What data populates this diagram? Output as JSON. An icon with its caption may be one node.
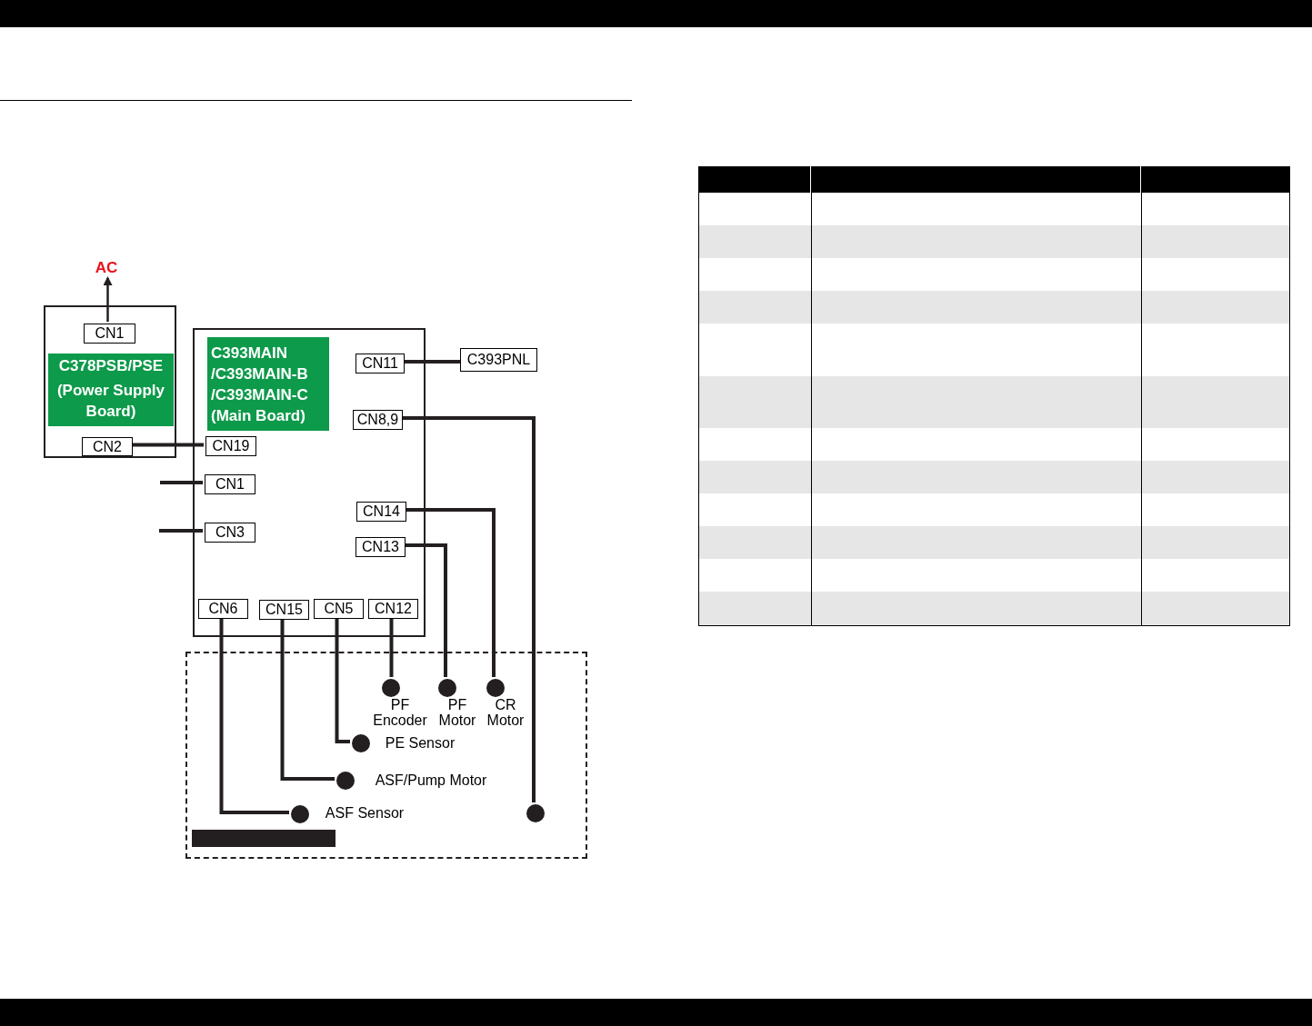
{
  "diagram": {
    "nodes": [
      {
        "text": [
          "AC"
        ]
      },
      {
        "text": [],
        "shape": "box"
      },
      {
        "text": [
          "CN1"
        ],
        "in": 1
      },
      {
        "text": [
          "C378PSB/PSE",
          "(Power Supply Board)"
        ],
        "in": 1
      },
      {
        "text": [
          "CN2"
        ],
        "in": 1
      },
      {
        "text": [],
        "shape": "box"
      },
      {
        "text": [
          "C393MAIN /C393MAIN-B /C393MAIN-C (Main Board)"
        ],
        "in": 5
      },
      {
        "text": [
          "CN11"
        ],
        "in": 5
      },
      {
        "text": [
          "CN8,9"
        ],
        "in": 5
      },
      {
        "text": [
          "CN19"
        ],
        "in": 5
      },
      {
        "text": [
          "CN1"
        ],
        "in": 5
      },
      {
        "text": [
          "CN3"
        ],
        "in": 5
      },
      {
        "text": [
          "CN14"
        ],
        "in": 5
      },
      {
        "text": [
          "CN13"
        ],
        "in": 5
      },
      {
        "text": [
          "CN6"
        ],
        "in": 5
      },
      {
        "text": [
          "CN15"
        ],
        "in": 5
      },
      {
        "text": [
          "CN5"
        ],
        "in": 5
      },
      {
        "text": [
          "CN12"
        ],
        "in": 5
      },
      {
        "text": [
          "C393PNL"
        ]
      },
      {
        "text": [],
        "shape": "box"
      },
      {
        "text": [],
        "shape": "circle",
        "in": 19,
        "beside": [
          "PF Encoder"
        ]
      },
      {
        "text": [],
        "shape": "circle",
        "in": 19,
        "beside": [
          "PF Motor"
        ]
      },
      {
        "text": [],
        "shape": "circle",
        "in": 19,
        "beside": [
          "CR Motor"
        ]
      },
      {
        "text": [],
        "shape": "circle",
        "in": 19,
        "beside": [
          "PE Sensor"
        ]
      },
      {
        "text": [],
        "shape": "circle",
        "in": 19,
        "beside": [
          "ASF/Pump Motor"
        ]
      },
      {
        "text": [],
        "shape": "circle",
        "in": 19,
        "beside": [
          "ASF Sensor"
        ]
      },
      {
        "text": [],
        "shape": "circle",
        "in": 19
      },
      {
        "text": [],
        "shape": "bar",
        "in": 19
      }
    ],
    "edges": [
      {
        "from": 2,
        "to": 0,
        "arrow": "to"
      },
      {
        "from": 4,
        "to": 9,
        "arrow": "none"
      },
      {
        "from": null,
        "to": 10,
        "arrow": "none"
      },
      {
        "from": null,
        "to": 11,
        "arrow": "none"
      },
      {
        "from": 7,
        "to": 18,
        "arrow": "none"
      },
      {
        "from": 8,
        "to": 26,
        "arrow": "none"
      },
      {
        "from": 12,
        "to": 22,
        "arrow": "none"
      },
      {
        "from": 13,
        "to": 21,
        "arrow": "none"
      },
      {
        "from": 17,
        "to": 20,
        "arrow": "none"
      },
      {
        "from": 16,
        "to": 23,
        "arrow": "none"
      },
      {
        "from": 15,
        "to": 24,
        "arrow": "none"
      },
      {
        "from": 14,
        "to": 25,
        "arrow": "none"
      }
    ]
  }
}
